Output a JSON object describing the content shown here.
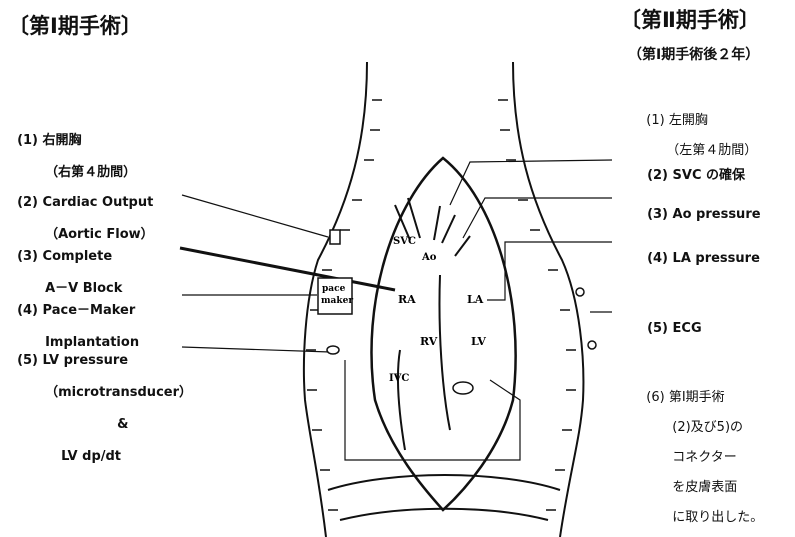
{
  "header_left": "〔第Ⅰ期手術〕",
  "header_right": "〔第Ⅱ期手術〕",
  "header_right_sub": "（第Ⅰ期手術後２年）",
  "left_items": [
    {
      "num": "(1)",
      "lines": [
        "右開胸",
        "（右第４肋間）"
      ]
    },
    {
      "num": "(2)",
      "lines": [
        "Cardiac Output",
        "（Aortic Flow）"
      ]
    },
    {
      "num": "(3)",
      "lines": [
        "Complete",
        "A－V Block"
      ]
    },
    {
      "num": "(4)",
      "lines": [
        "Pace－Maker",
        "Implantation"
      ]
    },
    {
      "num": "(5)",
      "lines": [
        "LV pressure",
        "（microtransducer）",
        "&",
        "LV dp/dt"
      ]
    }
  ],
  "right_items": [
    {
      "num": "(1)",
      "lines": [
        "左開胸",
        "（左第４肋間）"
      ]
    },
    {
      "num": "(2)",
      "lines": [
        "SVC の確保"
      ]
    },
    {
      "num": "(3)",
      "lines": [
        "Ao pressure"
      ]
    },
    {
      "num": "(4)",
      "lines": [
        "LA pressure"
      ]
    },
    {
      "num": "(5)",
      "lines": [
        "ECG"
      ]
    },
    {
      "num": "(6)",
      "lines": [
        "第Ⅰ期手術",
        "(2)及び5)の",
        "コネクター",
        "を皮膚表面",
        "に取り出した。"
      ]
    }
  ],
  "anatomy": {
    "svc": "SVC",
    "ao": "Ao",
    "ra": "RA",
    "la": "LA",
    "rv": "RV",
    "lv": "LV",
    "ivc": "IVC",
    "pacemaker": [
      "pace",
      "maker"
    ]
  }
}
